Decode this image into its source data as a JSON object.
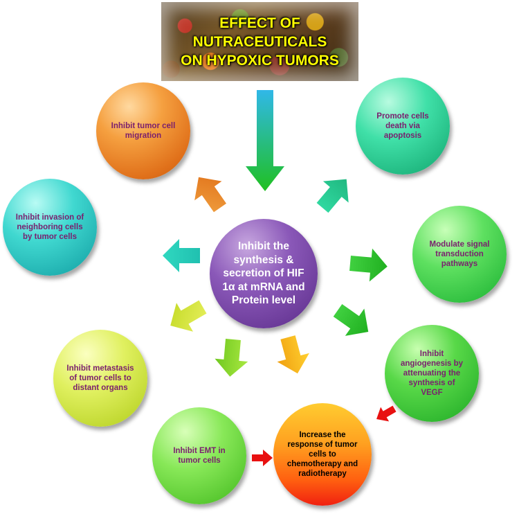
{
  "title": {
    "line1": "EFFECT OF",
    "line2": "NUTRACEUTICALS",
    "line3": "ON HYPOXIC TUMORS"
  },
  "center": {
    "text": "Inhibit the synthesis & secretion of HIF 1α at mRNA and Protein level"
  },
  "effects": {
    "migration": "Inhibit tumor cell migration",
    "apoptosis": "Promote cells death via apoptosis",
    "invasion": "Inhibit invasion of neighboring cells by tumor cells",
    "signal": "Modulate signal transduction pathways",
    "metastasis": "Inhibit metastasis of tumor cells to distant organs",
    "angiogenesis": "Inhibit angiogenesis by attenuating the synthesis of VEGF",
    "emt": "Inhibit EMT in tumor cells",
    "response": "Increase the response of tumor cells to chemotherapy and radiotherapy"
  }
}
